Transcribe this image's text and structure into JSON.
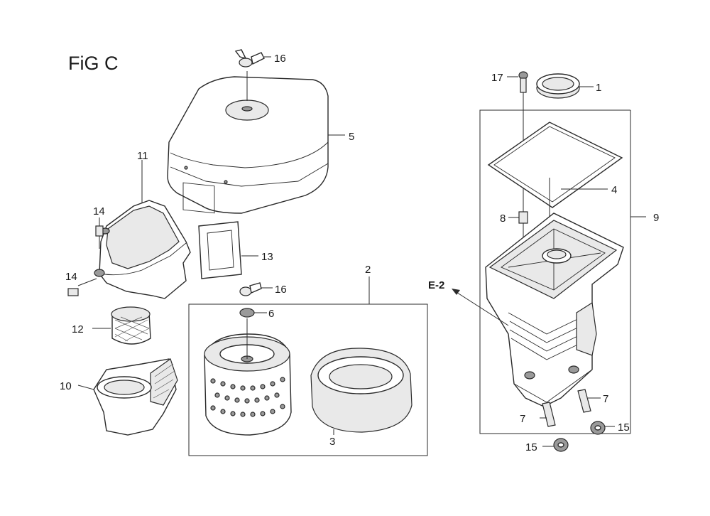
{
  "figure": {
    "title": "FiG C"
  },
  "callouts": [
    {
      "id": "c1",
      "label": "1"
    },
    {
      "id": "c2",
      "label": "2"
    },
    {
      "id": "c3",
      "label": "3"
    },
    {
      "id": "c4",
      "label": "4"
    },
    {
      "id": "c5",
      "label": "5"
    },
    {
      "id": "c6",
      "label": "6"
    },
    {
      "id": "c7a",
      "label": "7"
    },
    {
      "id": "c7b",
      "label": "7"
    },
    {
      "id": "c8",
      "label": "8"
    },
    {
      "id": "c9",
      "label": "9"
    },
    {
      "id": "c10",
      "label": "10"
    },
    {
      "id": "c11",
      "label": "11"
    },
    {
      "id": "c12",
      "label": "12"
    },
    {
      "id": "c13",
      "label": "13"
    },
    {
      "id": "c14a",
      "label": "14"
    },
    {
      "id": "c14b",
      "label": "14"
    },
    {
      "id": "c15a",
      "label": "15"
    },
    {
      "id": "c15b",
      "label": "15"
    },
    {
      "id": "c16a",
      "label": "16"
    },
    {
      "id": "c16b",
      "label": "16"
    },
    {
      "id": "c17",
      "label": "17"
    },
    {
      "id": "e2",
      "label": "E-2"
    }
  ]
}
